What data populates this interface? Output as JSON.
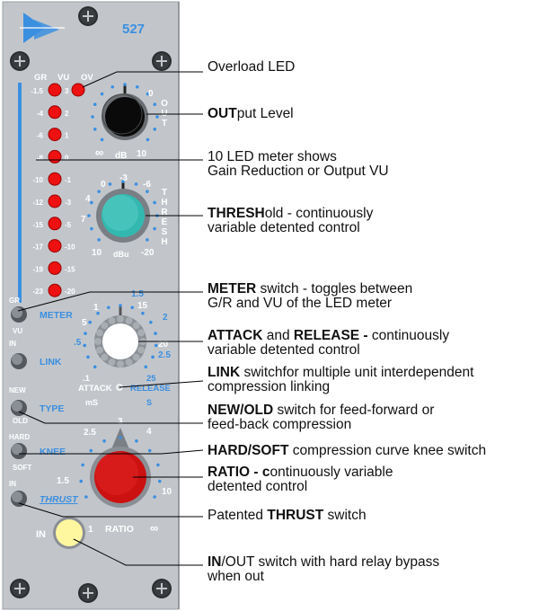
{
  "module": {
    "model": "527",
    "colors": {
      "panel": "#c2c6cb",
      "accent_blue": "#3b8fe0",
      "label_blue": "#3b8fe0",
      "led_red": "#ee1111",
      "thresh_knob": "#33b8b0",
      "ratio_knob": "#cc1111",
      "in_button": "#fff7a0"
    },
    "meter": {
      "headers": [
        "GR",
        "VU",
        "OV"
      ],
      "gr_scale": [
        "-1.5",
        "-4",
        "-6",
        "-8",
        "-10",
        "-12",
        "-15",
        "-17",
        "-19",
        "-23"
      ],
      "vu_scale": [
        "3",
        "2",
        "1",
        "0",
        "-1",
        "-3",
        "-5",
        "-10",
        "-15",
        "-20"
      ]
    },
    "output": {
      "label": "OUT",
      "top": "0",
      "left": "∞",
      "unit": "dB",
      "right": "10"
    },
    "thresh": {
      "label": "THRESH",
      "scale": [
        "0",
        "-3",
        "-6",
        "4",
        "7",
        "10",
        "-20"
      ],
      "unit": "dBu"
    },
    "meter_switch": {
      "top": "GR",
      "name": "METER",
      "bottom": "VU"
    },
    "link_switch": {
      "top": "IN",
      "name": "LINK"
    },
    "attack_release": {
      "outer": [
        "1",
        "1.5",
        "15",
        "2"
      ],
      "left": [
        "5",
        ".5"
      ],
      "right": [
        "20",
        "2.5"
      ],
      "bottom_left": ".1",
      "bottom_right": "25",
      "label_attack": "ATTACK",
      "label_release": "RELEASE",
      "unit_left": "mS",
      "unit_right": "S"
    },
    "type_switch": {
      "top": "NEW",
      "name": "TYPE",
      "bottom": "OLD"
    },
    "knee_switch": {
      "top": "HARD",
      "name": "KNEE",
      "bottom": "SOFT"
    },
    "thrust_switch": {
      "top": "IN",
      "name": "THRUST"
    },
    "ratio": {
      "scale": [
        "2.5",
        "3",
        "4",
        "1.5",
        "10",
        "1",
        "∞"
      ],
      "label": "RATIO"
    },
    "in_button": {
      "label": "IN"
    }
  },
  "callouts": [
    {
      "bold": "",
      "text": "Overload LED",
      "line2": ""
    },
    {
      "bold": "OUT",
      "text": "put Level",
      "line2": ""
    },
    {
      "bold": "",
      "text": "10 LED meter shows",
      "line2": "Gain Reduction or Output VU"
    },
    {
      "bold": "THRESH",
      "text": "old - continuously",
      "line2": "variable detented control"
    },
    {
      "bold": "METER",
      "text": " switch - toggles between",
      "line2": "G/R and VU of the LED meter"
    },
    {
      "bold": "ATTACK",
      "text": " and ",
      "bold2": "RELEASE -",
      "text2": " continuously",
      "line2": "variable detented control"
    },
    {
      "bold": "LINK",
      "text": " switchfor multiple unit interdependent",
      "line2": "compression linking"
    },
    {
      "bold": "NEW/OLD",
      "text": " switch for feed-forward or",
      "line2": "feed-back compression"
    },
    {
      "bold": "HARD/SOFT",
      "text": " compression curve knee switch",
      "line2": ""
    },
    {
      "bold": "RATIO - c",
      "text": "ontinuously variable",
      "line2": "detented control"
    },
    {
      "bold": "",
      "text": "Patented ",
      "bold2": "THRUST",
      "text2": " switch",
      "line2": ""
    },
    {
      "bold": "IN",
      "text": "/OUT switch with hard relay bypass",
      "line2": "when out"
    }
  ]
}
